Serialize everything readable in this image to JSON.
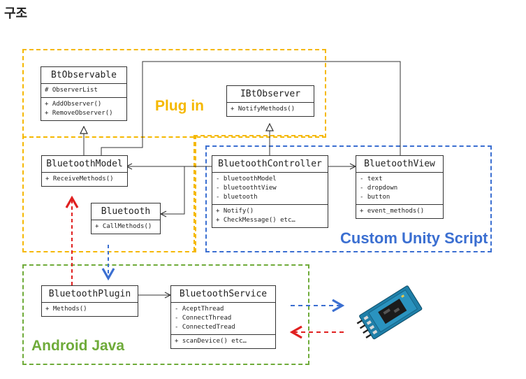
{
  "heading": "구조",
  "regions": {
    "plugin": {
      "label": "Plug in",
      "color": "#f5b800"
    },
    "unity": {
      "label": "Custom Unity Script",
      "color": "#3b6fd1"
    },
    "android": {
      "label": "Android Java",
      "color": "#6fab3a"
    }
  },
  "classes": {
    "btobservable": {
      "name": "BtObservable",
      "attrs": [
        "# ObserverList"
      ],
      "methods": [
        "+ AddObserver()",
        "+ RemoveObserver()"
      ]
    },
    "ibtobserver": {
      "name": "IBtObserver",
      "methods": [
        "+ NotifyMethods()"
      ]
    },
    "bluetoothmodel": {
      "name": "BluetoothModel",
      "methods": [
        "+ ReceiveMethods()"
      ]
    },
    "bluetooth": {
      "name": "Bluetooth",
      "methods": [
        "+ CallMethods()"
      ]
    },
    "bluetoothcontroller": {
      "name": "BluetoothController",
      "attrs": [
        "- bluetoothModel",
        "- bluetoothtView",
        "- bluetooth"
      ],
      "methods": [
        "+ Notify()",
        "+ CheckMessage() etc…"
      ]
    },
    "bluetoothview": {
      "name": "BluetoothView",
      "attrs": [
        "- text",
        "- dropdown",
        "- button"
      ],
      "methods": [
        "+ event_methods()"
      ]
    },
    "bluetoothplugin": {
      "name": "BluetoothPlugin",
      "methods": [
        "+ Methods()"
      ]
    },
    "bluetoothservice": {
      "name": "BluetoothService",
      "attrs": [
        "- AceptThread",
        "- ConnectThread",
        "- ConnectedTread"
      ],
      "methods": [
        "+ scanDevice() etc…"
      ]
    }
  },
  "colors": {
    "uml": "#333333",
    "flow_blue": "#3b6fd1",
    "flow_red": "#e02020",
    "device_board": "#1f7fa8"
  }
}
